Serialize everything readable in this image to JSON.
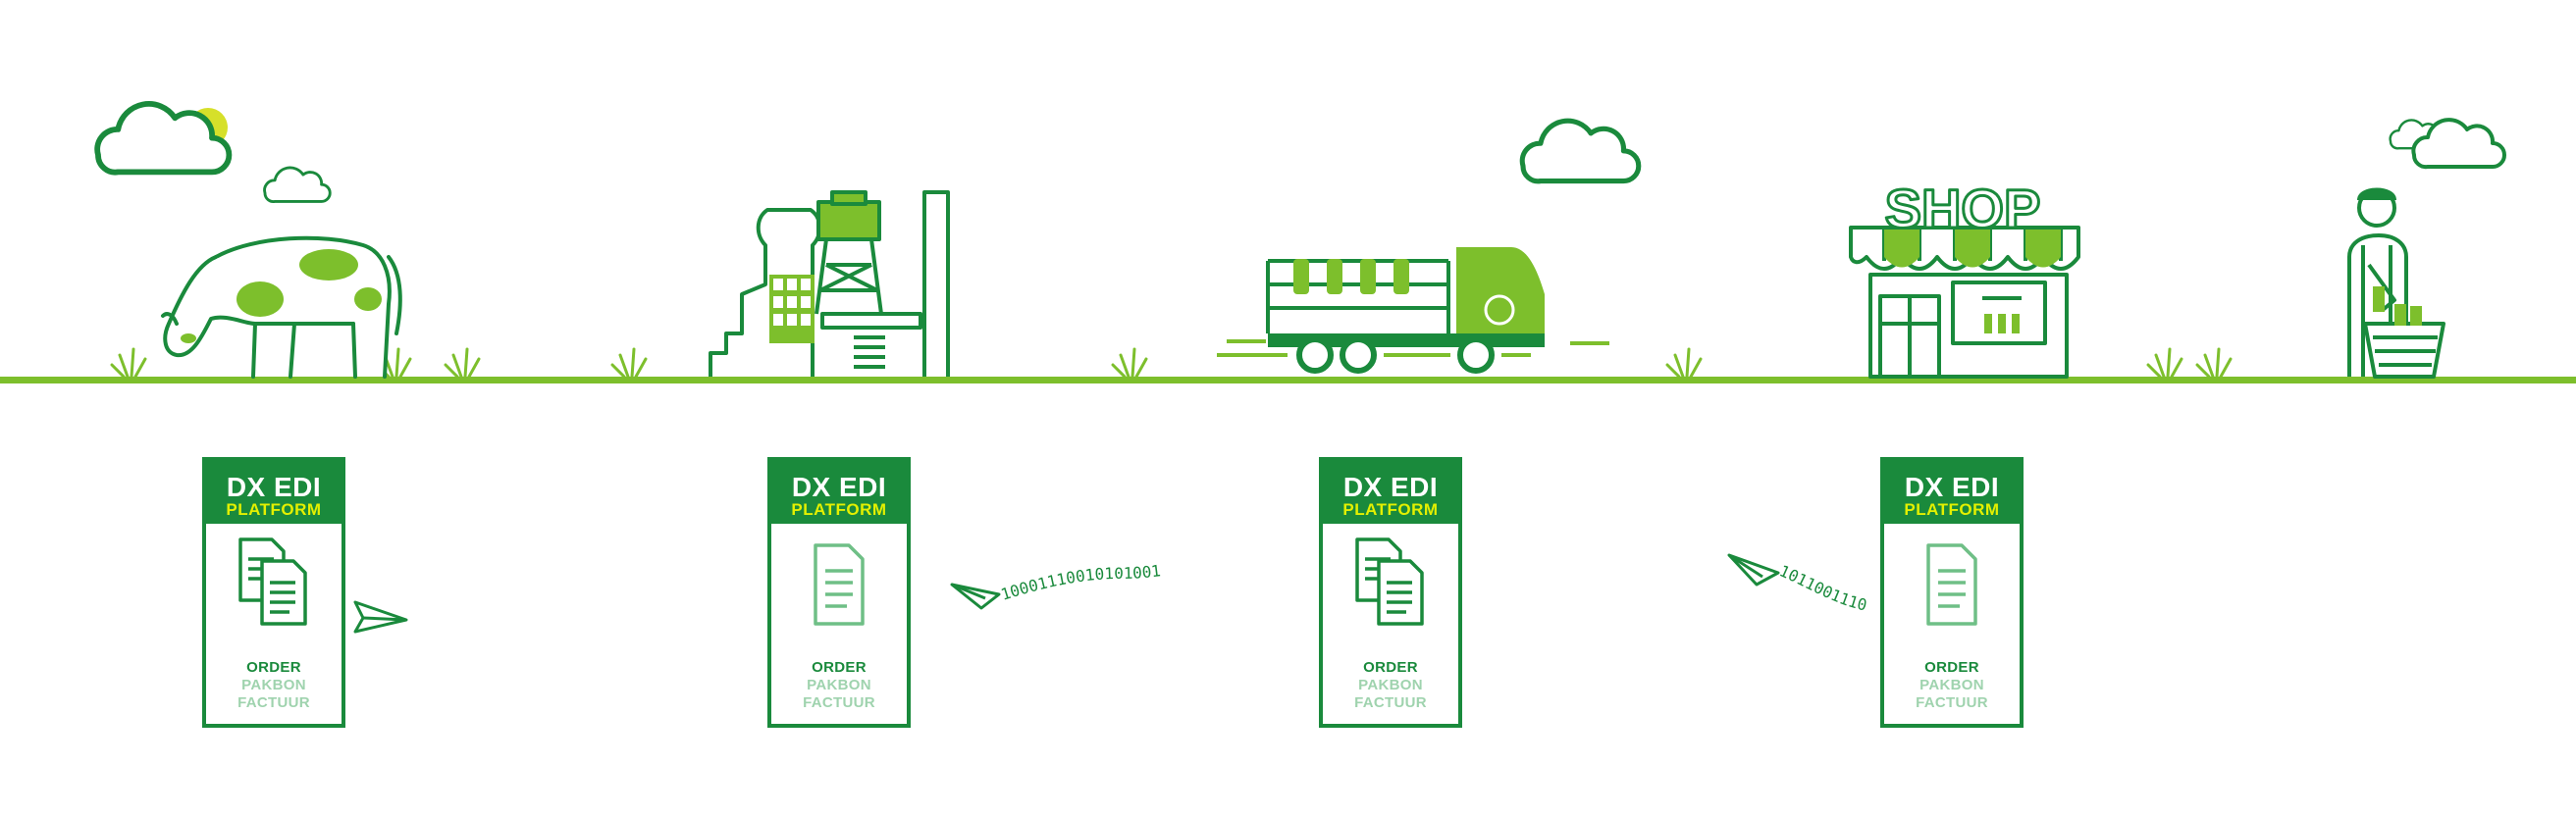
{
  "colors": {
    "brand_green": "#1a8a3c",
    "light_green": "#7dbf2c",
    "accent_yellow": "#d6e02a",
    "muted_green": "#9fd3ae"
  },
  "scene": {
    "shop_sign": "SHOP",
    "icons": [
      "cloud-icon",
      "sun-icon",
      "cow-icon",
      "factory-icon",
      "truck-icon",
      "shop-icon",
      "shopper-icon",
      "paper-plane-icon"
    ]
  },
  "cards": [
    {
      "title": "DX EDI",
      "subtitle": "PLATFORM",
      "labels": [
        "ORDER",
        "PAKBON",
        "FACTUUR"
      ],
      "docs": "double"
    },
    {
      "title": "DX EDI",
      "subtitle": "PLATFORM",
      "labels": [
        "ORDER",
        "PAKBON",
        "FACTUUR"
      ],
      "docs": "single"
    },
    {
      "title": "DX EDI",
      "subtitle": "PLATFORM",
      "labels": [
        "ORDER",
        "PAKBON",
        "FACTUUR"
      ],
      "docs": "double"
    },
    {
      "title": "DX EDI",
      "subtitle": "PLATFORM",
      "labels": [
        "ORDER",
        "PAKBON",
        "FACTUUR"
      ],
      "docs": "single"
    }
  ],
  "binary_streams": [
    {
      "text": "10001110010101001"
    },
    {
      "text": "1011001110"
    }
  ]
}
